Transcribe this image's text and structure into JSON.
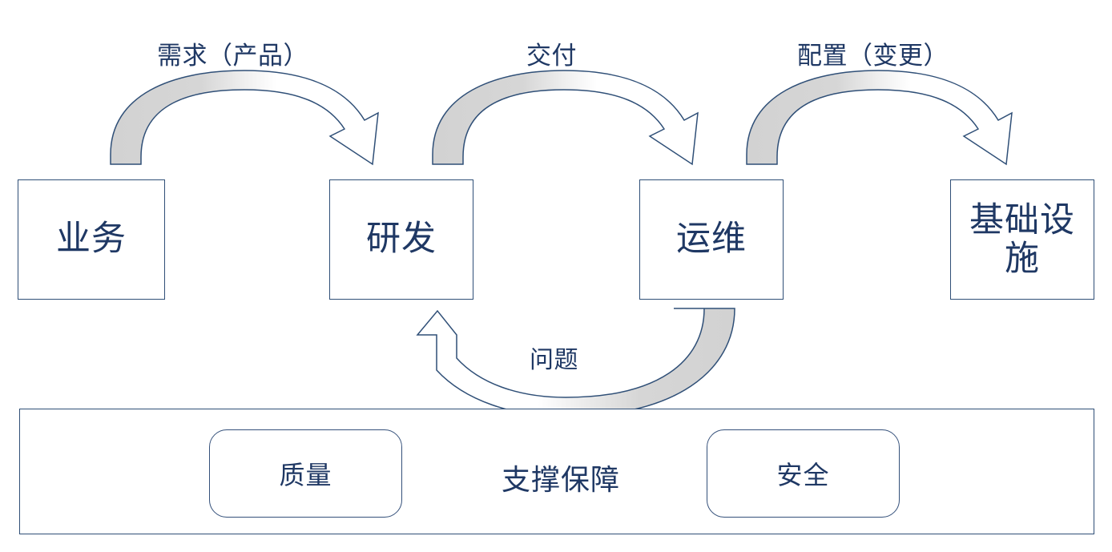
{
  "diagram": {
    "title_implied": "DevOps 价值流",
    "colors": {
      "stroke": "#2f4f77",
      "text": "#1f3864",
      "arrow_fill_start": "#d2d2d2",
      "arrow_fill_end": "#ffffff",
      "background": "#ffffff"
    },
    "stages": [
      {
        "id": "business",
        "label": "业务"
      },
      {
        "id": "dev",
        "label": "研发"
      },
      {
        "id": "ops",
        "label": "运维"
      },
      {
        "id": "infra",
        "label": "基础设\n施"
      }
    ],
    "flows": [
      {
        "id": "demand",
        "label": "需求（产品）",
        "from": "business",
        "to": "dev",
        "direction": "forward"
      },
      {
        "id": "deliver",
        "label": "交付",
        "from": "dev",
        "to": "ops",
        "direction": "forward"
      },
      {
        "id": "config",
        "label": "配置（变更）",
        "from": "ops",
        "to": "infra",
        "direction": "forward"
      },
      {
        "id": "issue",
        "label": "问题",
        "from": "ops",
        "to": "dev",
        "direction": "feedback"
      }
    ],
    "support": {
      "title": "支撑保障",
      "pills": [
        {
          "id": "quality",
          "label": "质量"
        },
        {
          "id": "security",
          "label": "安全"
        }
      ]
    }
  }
}
